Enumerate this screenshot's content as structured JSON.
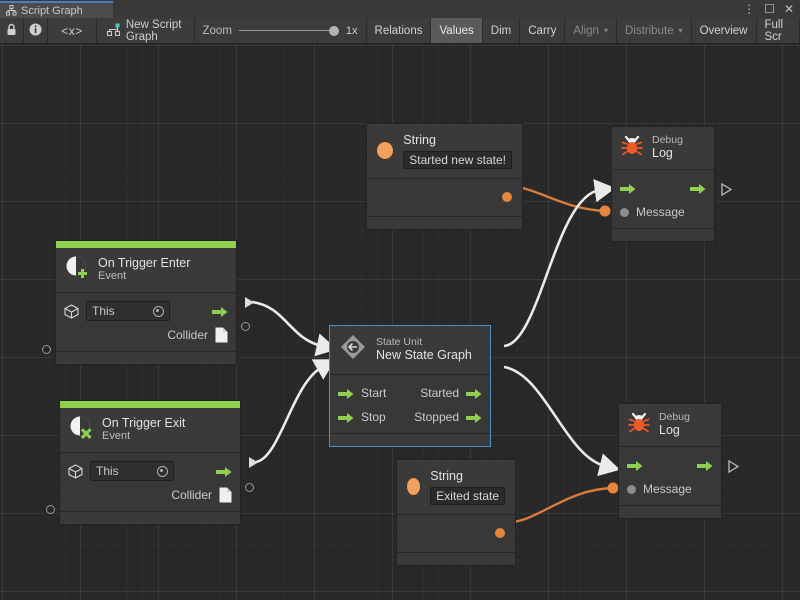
{
  "window": {
    "tab_label": "Script Graph",
    "tab_icon": "graph-icon",
    "buttons": {
      "menu": "⋮",
      "maximize": "☐",
      "close": "✕"
    }
  },
  "toolbar": {
    "lock_icon": "lock-icon",
    "info_icon": "info-icon",
    "code_icon": "<x>",
    "graph_name": "New Script Graph",
    "graph_icon": "script-graph-icon",
    "zoom_label": "Zoom",
    "zoom_value": "1x",
    "buttons": [
      {
        "label": "Relations",
        "state": "normal"
      },
      {
        "label": "Values",
        "state": "active"
      },
      {
        "label": "Dim",
        "state": "normal"
      },
      {
        "label": "Carry",
        "state": "normal"
      },
      {
        "label": "Align",
        "state": "dim",
        "caret": "▾"
      },
      {
        "label": "Distribute",
        "state": "dim",
        "caret": "▾"
      },
      {
        "label": "Overview",
        "state": "normal"
      },
      {
        "label": "Full Scr",
        "state": "normal"
      }
    ]
  },
  "colors": {
    "event_accent": "#8fd14f",
    "flow_port": "#8fd14f",
    "string_value": "#f2a05e",
    "selection": "#4a90c4",
    "canvas_bg": "#282828",
    "node_bg": "#383838",
    "edge_flow": "#e8e8e8",
    "edge_value": "#d97b3c"
  },
  "nodes": [
    {
      "id": "string-top",
      "kind": "literal",
      "title": "String",
      "value": "Started new state!",
      "icon": "string-value-icon"
    },
    {
      "id": "debug-log-top",
      "kind": "unit",
      "title_small": "Debug",
      "title_large": "Log",
      "icon": "bug-icon",
      "inputs": [
        {
          "label": "",
          "type": "flow"
        },
        {
          "label": "Message",
          "type": "value"
        }
      ],
      "outputs": [
        {
          "label": "",
          "type": "flow"
        }
      ]
    },
    {
      "id": "on-trigger-enter",
      "kind": "event",
      "title": "On Trigger Enter",
      "subtitle": "Event",
      "icon": "event-enter-icon",
      "target_field": "This",
      "outputs": [
        {
          "label": "",
          "type": "flow"
        },
        {
          "label": "Collider",
          "type": "value",
          "icon": "page-icon"
        }
      ]
    },
    {
      "id": "on-trigger-exit",
      "kind": "event",
      "title": "On Trigger Exit",
      "subtitle": "Event",
      "icon": "event-exit-icon",
      "target_field": "This",
      "outputs": [
        {
          "label": "",
          "type": "flow"
        },
        {
          "label": "Collider",
          "type": "value",
          "icon": "page-icon"
        }
      ]
    },
    {
      "id": "state-unit",
      "kind": "state",
      "title_small": "State Unit",
      "title_large": "New  State  Graph",
      "icon": "state-unit-icon",
      "selected": true,
      "inputs": [
        {
          "label": "Start",
          "type": "flow"
        },
        {
          "label": "Stop",
          "type": "flow"
        }
      ],
      "outputs": [
        {
          "label": "Started",
          "type": "flow"
        },
        {
          "label": "Stopped",
          "type": "flow"
        }
      ]
    },
    {
      "id": "string-bottom",
      "kind": "literal",
      "title": "String",
      "value": "Exited state",
      "icon": "string-value-icon"
    },
    {
      "id": "debug-log-bottom",
      "kind": "unit",
      "title_small": "Debug",
      "title_large": "Log",
      "icon": "bug-icon",
      "inputs": [
        {
          "label": "",
          "type": "flow"
        },
        {
          "label": "Message",
          "type": "value"
        }
      ],
      "outputs": [
        {
          "label": "",
          "type": "flow"
        }
      ]
    }
  ],
  "edges": [
    {
      "from": "string-top",
      "to": "debug-log-top",
      "type": "value"
    },
    {
      "from": "on-trigger-enter",
      "to": "state-unit.Start",
      "type": "flow"
    },
    {
      "from": "on-trigger-exit",
      "to": "state-unit.Stop",
      "type": "flow"
    },
    {
      "from": "state-unit.Started",
      "to": "debug-log-top",
      "type": "flow"
    },
    {
      "from": "state-unit.Stopped",
      "to": "debug-log-bottom",
      "type": "flow"
    },
    {
      "from": "string-bottom",
      "to": "debug-log-bottom",
      "type": "value"
    }
  ]
}
